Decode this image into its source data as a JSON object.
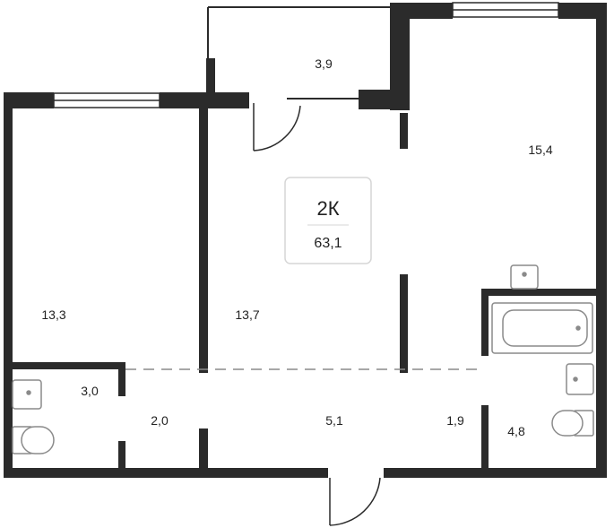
{
  "plan": {
    "type_label": "2К",
    "total_area": "63,1",
    "rooms": {
      "balcony": "3,9",
      "kitchen_living": "15,4",
      "bedroom_left": "13,3",
      "bedroom_center": "13,7",
      "wc": "3,0",
      "hall_small": "2,0",
      "corridor": "5,1",
      "hall_right": "1,9",
      "bathroom": "4,8"
    },
    "colors": {
      "wall": "#2b2b2b",
      "fixture": "#8a8a8a",
      "badge_border": "#d6d6d6"
    }
  }
}
